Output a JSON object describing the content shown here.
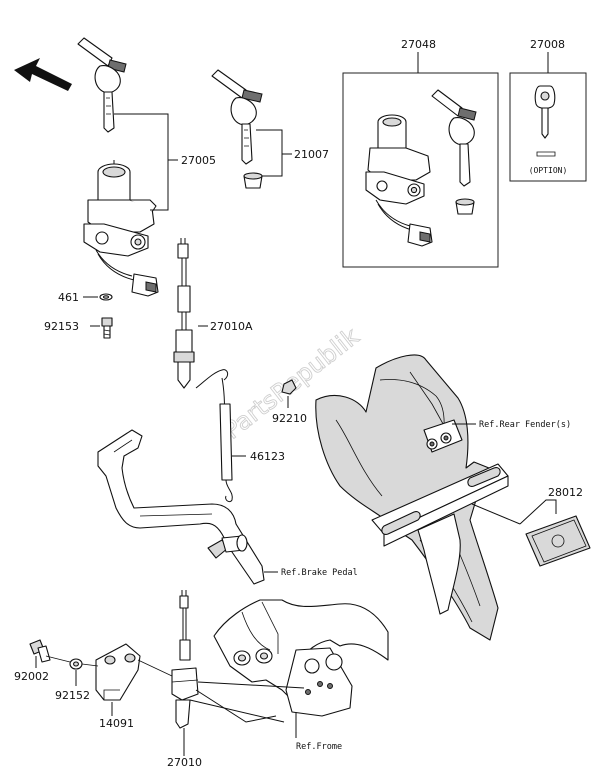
{
  "watermark": "PartsRepublik",
  "parts": {
    "p27005": "27005",
    "p21007": "21007",
    "p27048": "27048",
    "p27008": "27008",
    "p461": "461",
    "p92153": "92153",
    "p27010A": "27010A",
    "p92210": "92210",
    "p46123": "46123",
    "p28012": "28012",
    "p92002": "92002",
    "p92152": "92152",
    "p14091": "14091",
    "p27010": "27010"
  },
  "refs": {
    "rear_fender": "Ref.Rear Fender(s)",
    "brake_pedal": "Ref.Brake Pedal",
    "frame": "Ref.Frome"
  },
  "option_label": "(OPTION)",
  "icons": {
    "direction": "front-direction-arrow-icon"
  }
}
